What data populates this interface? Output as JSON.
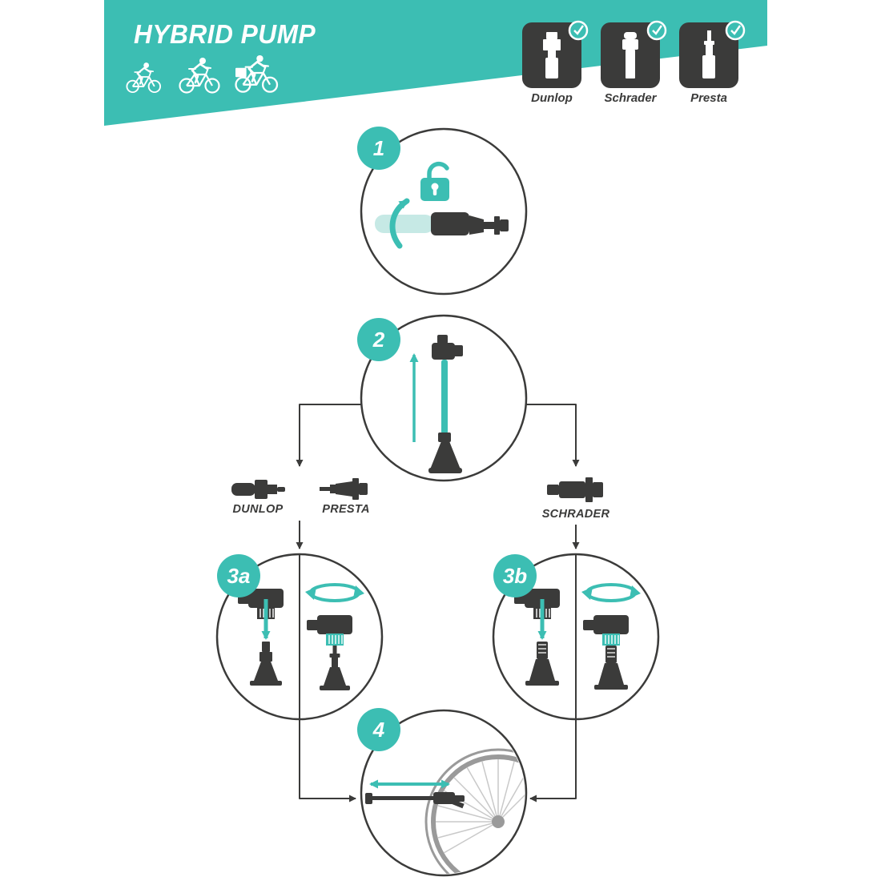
{
  "colors": {
    "teal": "#3cbeb3",
    "pale_teal": "#c6e9e5",
    "dark": "#3b3b3a",
    "wheel_gray": "#9a9a9a",
    "background": "#ffffff"
  },
  "header": {
    "title": "HYBRID PUMP",
    "bike_icons": [
      "city-bike-icon",
      "road-bike-icon",
      "cargo-bike-icon"
    ],
    "valves": [
      {
        "label": "Dunlop",
        "icon": "dunlop-valve-icon",
        "badge_icon": "check-icon"
      },
      {
        "label": "Schrader",
        "icon": "schrader-valve-icon",
        "badge_icon": "check-icon"
      },
      {
        "label": "Presta",
        "icon": "presta-valve-icon",
        "badge_icon": "check-icon"
      }
    ]
  },
  "steps": [
    {
      "badge": "1",
      "icons": [
        "unlock-icon",
        "twist-arrow-icon",
        "pump-handle-art"
      ]
    },
    {
      "badge": "2",
      "icons": [
        "pull-up-arrow-icon",
        "pump-with-hose-art"
      ]
    },
    {
      "badge": "3a",
      "icons": [
        "attach-arrow-icon",
        "rotate-arrows-icon",
        "pump-head-art",
        "dunlop-valve-art",
        "presta-valve-art"
      ]
    },
    {
      "badge": "3b",
      "icons": [
        "attach-arrow-icon",
        "rotate-arrows-icon",
        "pump-head-art",
        "schrader-valve-art"
      ]
    },
    {
      "badge": "4",
      "icons": [
        "stroke-double-arrow-icon",
        "bike-wheel-art",
        "pump-art"
      ]
    }
  ],
  "branch_labels": {
    "dunlop": "DUNLOP",
    "presta": "PRESTA",
    "schrader": "SCHRADER"
  }
}
